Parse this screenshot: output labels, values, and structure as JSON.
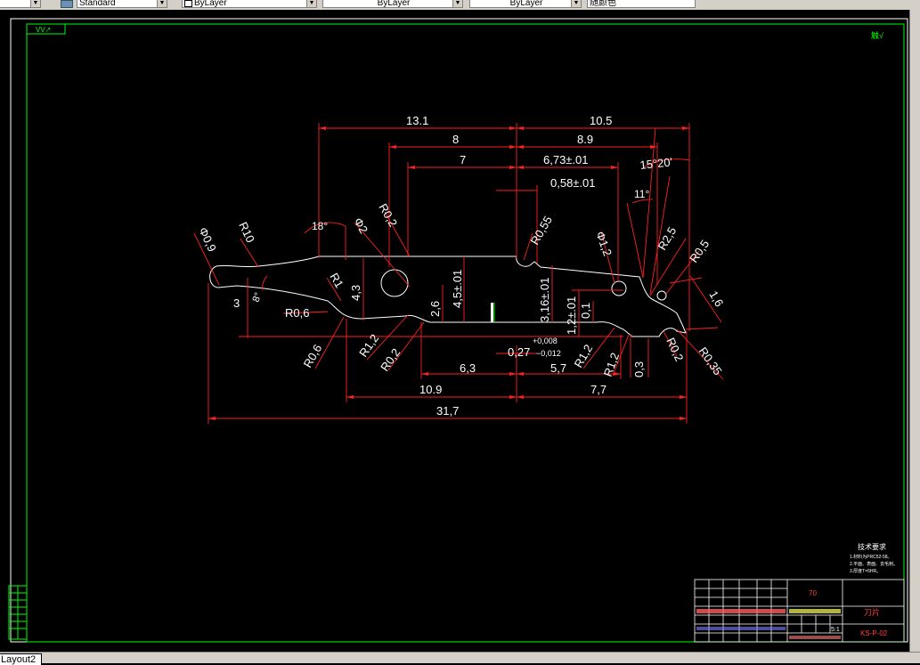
{
  "toolbar": {
    "textstyle": "Standard",
    "layer": "ByLayer",
    "linetype": "ByLayer",
    "lineweight": "ByLayer",
    "plotstyle": "随颜色"
  },
  "layout_tab": "Layout2",
  "drawing": {
    "dims": {
      "d_13_1": "13.1",
      "d_10_5": "10.5",
      "d_8": "8",
      "d_8_9": "8.9",
      "d_7": "7",
      "d_6_73": "6,73±.01",
      "d_0_58": "0,58±.01",
      "d_15_20": "15°20'",
      "d_11": "11°",
      "d_R0_2a": "R0,2",
      "d_d2": "Φ2",
      "d_18": "18°",
      "d_R10": "R10",
      "d_d0_9": "Φ0,9",
      "d_R0_55": "R0,55",
      "d_d1_2": "Φ1,2",
      "d_R2_5": "R2,5",
      "d_R0_5": "R0,5",
      "d_1_6": "1,6",
      "d_R1a": "R1",
      "d_4_3": "4,3",
      "d_8deg": "8°",
      "d_3": "3",
      "d_R0_6a": "R0,6",
      "d_2_6": "2,6",
      "d_4_5": "4,5±.01",
      "d_3_16": "3,16±.01",
      "d_1_2": "1,2±.01",
      "d_0_1": "0,1",
      "d_R0_6b": "R0,6",
      "d_R1_2a": "R1,2",
      "d_R0_2b": "R0,2",
      "d_tol_plus": "+0,008",
      "d_0_27": "0,27",
      "d_tol_minus": "−0,012",
      "d_6_3": "6,3",
      "d_5_7": "5,7",
      "d_R1_2b": "R1,2",
      "d_R1_2c": "R1,2",
      "d_0_3": "0,3",
      "d_R0_2c": "R0,2",
      "d_R0_35": "R0,35",
      "d_10_9": "10.9",
      "d_7_7": "7,7",
      "d_31_7": "31,7"
    },
    "corner_tl": "VV↗",
    "corner_tr": "触√",
    "tech_title": "技术要求",
    "tech_lines": [
      "1.材料为PRC52-58。",
      "2.平面、表面、去毛刺。",
      "3.厚度T=5HR。"
    ],
    "tb_qty": "70",
    "tb_name": "刀片",
    "tb_code": "KS-P-02",
    "tb_scale": "5:1"
  }
}
